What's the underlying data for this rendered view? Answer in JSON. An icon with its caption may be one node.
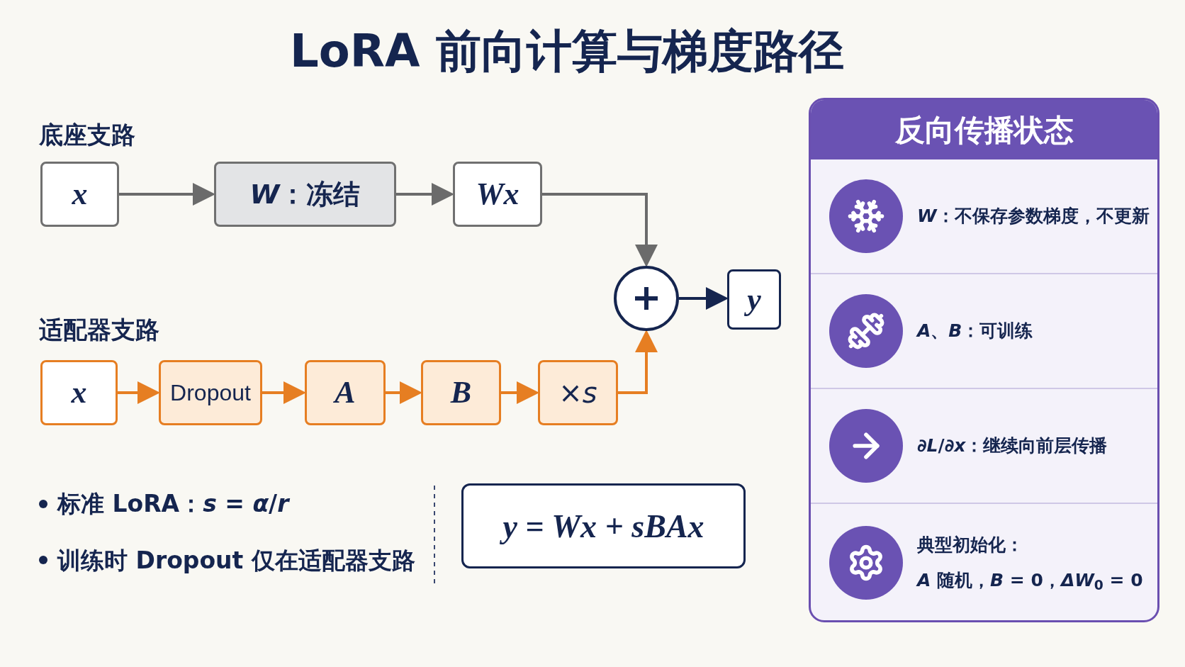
{
  "diagram": {
    "title": "LoRA 前向计算与梯度路径",
    "nodes": [
      {
        "text": [
          "x"
        ]
      },
      {
        "text": [
          "*W*：冻结"
        ]
      },
      {
        "text": [
          "Wx"
        ]
      },
      {
        "text": [],
        "shape": "circle"
      },
      {
        "text": [
          "y"
        ]
      },
      {
        "text": [
          "x"
        ]
      },
      {
        "text": [
          "Dropout"
        ]
      },
      {
        "text": [
          "A"
        ]
      },
      {
        "text": [
          "B"
        ]
      },
      {
        "text": [
          "×*s*"
        ]
      },
      {
        "text": [
          "y = Wx + sBAx"
        ]
      },
      {
        "text": [
          "反向传播状态"
        ]
      },
      {
        "text": [
          "*W*：不保存参数梯度，不更新"
        ],
        "in": 11
      },
      {
        "text": [
          "*A*、*B*：可训练"
        ],
        "in": 11
      },
      {
        "text": [
          "∂*L*/∂*x*：继续向前层传播"
        ],
        "in": 11
      },
      {
        "text": [
          "典型初始化：",
          "*A* 随机，*B* = 0，*ΔW*$_{0}$ = 0"
        ],
        "in": 11
      }
    ],
    "edges": [
      {
        "from": 0,
        "to": 1,
        "arrow": "to",
        "color": "#6b6b6b"
      },
      {
        "from": 1,
        "to": 2,
        "arrow": "to",
        "color": "#6b6b6b"
      },
      {
        "from": 2,
        "to": 3,
        "arrow": "to",
        "color": "#6b6b6b"
      },
      {
        "from": 3,
        "to": 4,
        "arrow": "to",
        "color": "#15254f"
      },
      {
        "from": 5,
        "to": 6,
        "arrow": "to"
      },
      {
        "from": 6,
        "to": 7,
        "arrow": "to"
      },
      {
        "from": 7,
        "to": 8,
        "arrow": "to"
      },
      {
        "from": 8,
        "to": 9,
        "arrow": "to"
      },
      {
        "from": 9,
        "to": 3,
        "arrow": "to"
      }
    ],
    "labels": [
      "底座支路",
      "适配器支路",
      "标准 LoRA：*s* = *α*/*r*",
      "训练时 Dropout 仅在适配器支路"
    ]
  }
}
